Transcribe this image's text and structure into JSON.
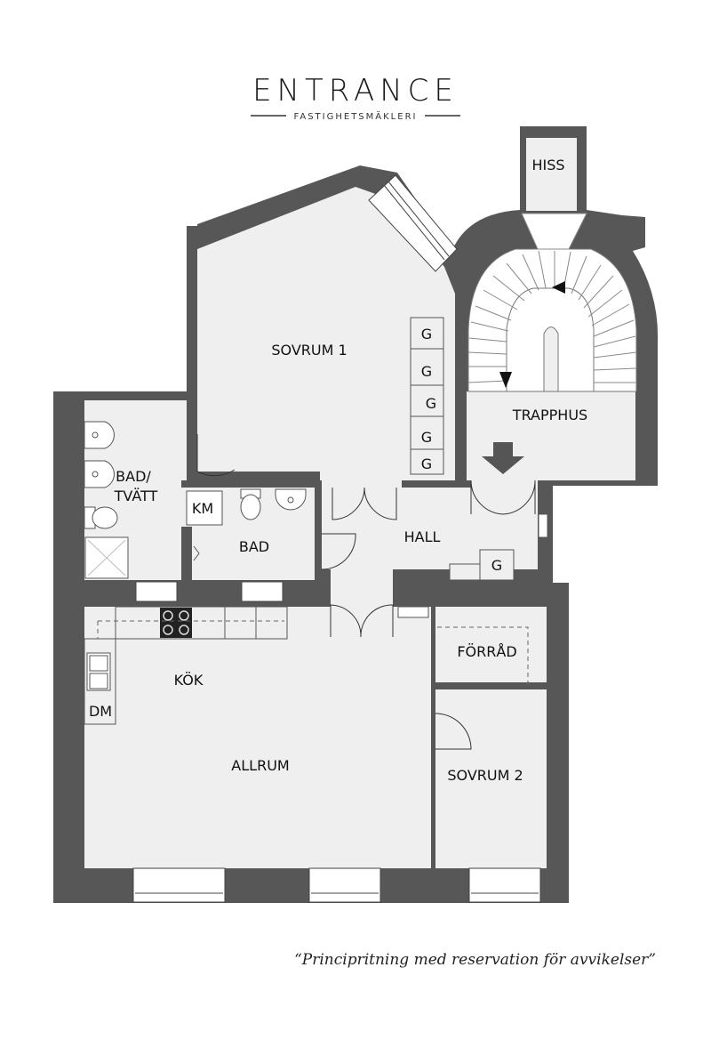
{
  "brand": {
    "name": "ENTRANCE",
    "tagline": "FASTIGHETSMÄKLERI"
  },
  "rooms": {
    "sovrum1": "SOVRUM 1",
    "hiss": "HISS",
    "trapphus": "TRAPPHUS",
    "bad_tvatt_line1": "BAD/",
    "bad_tvatt_line2": "TVÄTT",
    "bad": "BAD",
    "hall": "HALL",
    "kok": "KÖK",
    "allrum": "ALLRUM",
    "forrad": "FÖRRÅD",
    "sovrum2": "SOVRUM 2"
  },
  "fixtures": {
    "km": "KM",
    "dm": "DM",
    "g": "G"
  },
  "disclaimer": "“Principritning med reservation för avvikelser”",
  "colors": {
    "wall": "#575757",
    "floor": "#efefef",
    "stair_floor": "#ffffff",
    "text": "#111111"
  }
}
